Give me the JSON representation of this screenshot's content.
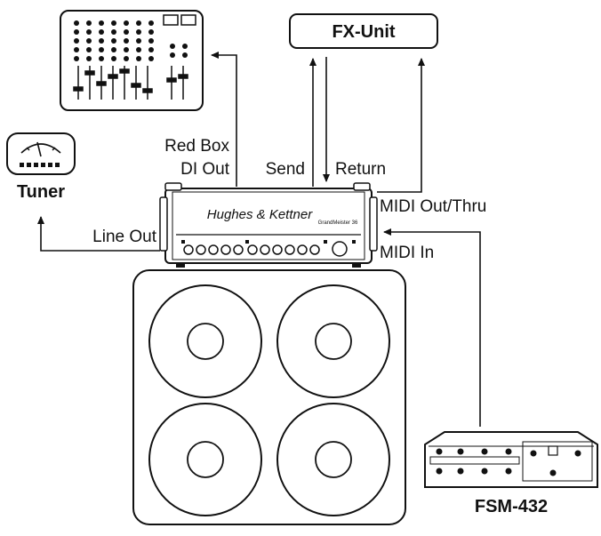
{
  "devices": {
    "fx_unit": "FX-Unit",
    "tuner": "Tuner",
    "footswitch": "FSM-432",
    "amp_brand": "Hughes & Kettner",
    "amp_model": "GrandMeister 36"
  },
  "connections": {
    "red_box_line1": "Red Box",
    "red_box_line2": "DI Out",
    "send": "Send",
    "return": "Return",
    "midi_out": "MIDI Out/Thru",
    "midi_in": "MIDI In",
    "line_out": "Line Out"
  },
  "colors": {
    "ink": "#111111",
    "panel": "#ffffff"
  }
}
